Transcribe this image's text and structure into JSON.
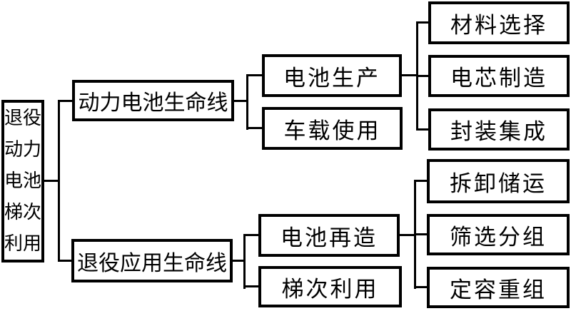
{
  "colors": {
    "line": "#000000",
    "background": "#ffffff",
    "text": "#000000"
  },
  "tree": {
    "root": {
      "label": "退役动力电池梯次利用"
    },
    "branches": [
      {
        "label": "动力电池生命线",
        "children": [
          {
            "label": "电池生产",
            "children": [
              {
                "label": "材料选择"
              },
              {
                "label": "电芯制造"
              },
              {
                "label": "封装集成"
              }
            ]
          },
          {
            "label": "车载使用",
            "children": []
          }
        ]
      },
      {
        "label": "退役应用生命线",
        "children": [
          {
            "label": "电池再造",
            "children": [
              {
                "label": "拆卸储运"
              },
              {
                "label": "筛选分组"
              },
              {
                "label": "定容重组"
              }
            ]
          },
          {
            "label": "梯次利用",
            "children": []
          }
        ]
      }
    ]
  }
}
